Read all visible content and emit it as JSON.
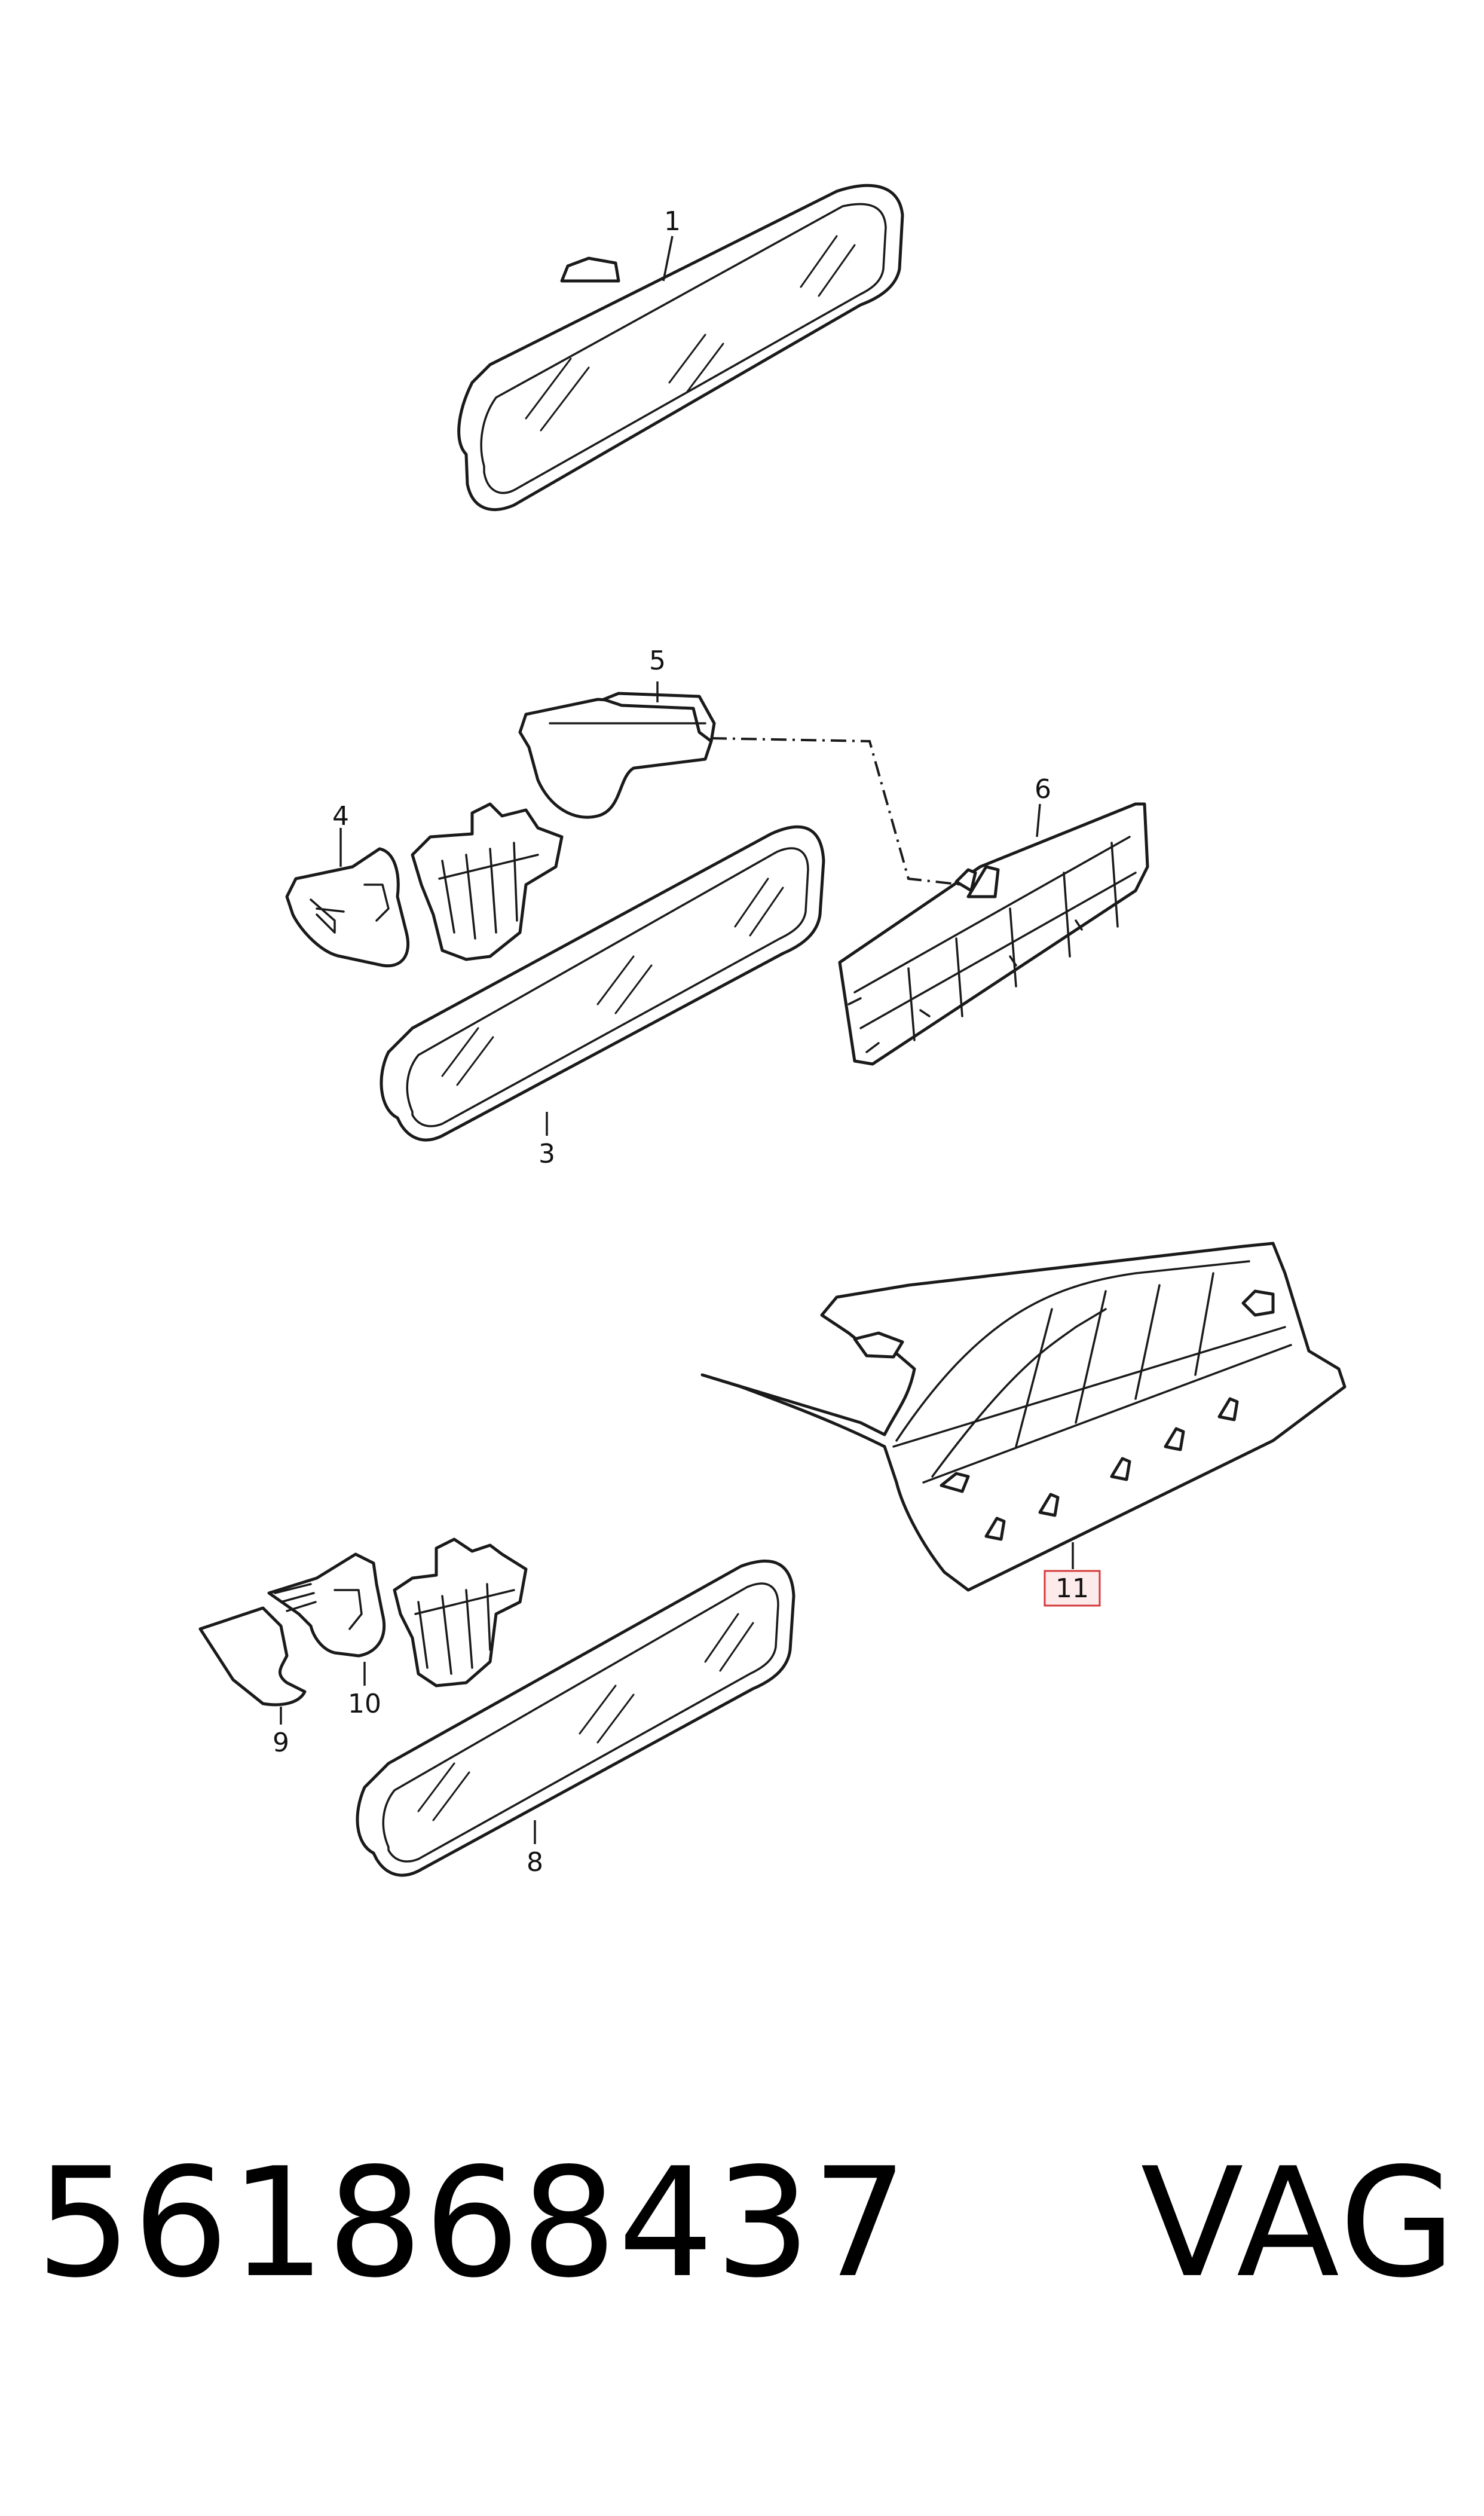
{
  "diagram": {
    "callouts": [
      {
        "id": "c1",
        "label": "1"
      },
      {
        "id": "c3",
        "label": "3"
      },
      {
        "id": "c4",
        "label": "4"
      },
      {
        "id": "c5",
        "label": "5"
      },
      {
        "id": "c6",
        "label": "6"
      },
      {
        "id": "c8",
        "label": "8"
      },
      {
        "id": "c9",
        "label": "9"
      },
      {
        "id": "c10",
        "label": "10"
      },
      {
        "id": "c11",
        "label": "11"
      }
    ],
    "highlighted_callout": "11",
    "highlight_color": "#d43c3c"
  },
  "footer": {
    "part_number": "561868437",
    "brand": "VAG"
  }
}
